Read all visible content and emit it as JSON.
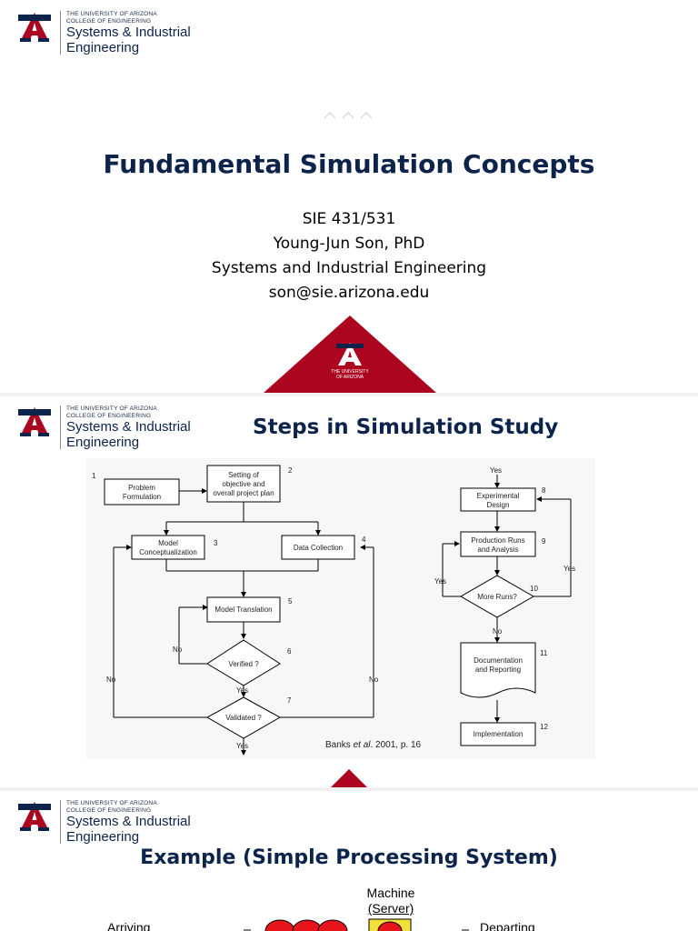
{
  "logo": {
    "university": "THE UNIVERSITY OF ARIZONA",
    "college": "COLLEGE OF ENGINEERING",
    "dept_line1": "Systems & Industrial",
    "dept_line2": "Engineering",
    "badge_line1": "THE UNIVERSITY",
    "badge_line2": "OF ARIZONA"
  },
  "slide1": {
    "title": "Fundamental Simulation Concepts",
    "course": "SIE 431/531",
    "author": "Young-Jun Son, PhD",
    "department": "Systems and Industrial Engineering",
    "email": "son@sie.arizona.edu"
  },
  "slide2": {
    "title": "Steps in Simulation Study",
    "flowchart": {
      "nodes": [
        {
          "num": "1",
          "lines": [
            "Problem",
            "Formulation"
          ]
        },
        {
          "num": "2",
          "lines": [
            "Setting of",
            "objective and",
            "overall project plan"
          ]
        },
        {
          "num": "3",
          "lines": [
            "Model",
            "Conceptualization"
          ]
        },
        {
          "num": "4",
          "lines": [
            "Data Collection"
          ]
        },
        {
          "num": "5",
          "lines": [
            "Model Translation"
          ]
        },
        {
          "num": "6",
          "lines": [
            "Verified ?"
          ]
        },
        {
          "num": "7",
          "lines": [
            "Validated ?"
          ]
        },
        {
          "num": "8",
          "lines": [
            "Experimental",
            "Design"
          ]
        },
        {
          "num": "9",
          "lines": [
            "Production Runs",
            "and Analysis"
          ]
        },
        {
          "num": "10",
          "lines": [
            "More Runs?"
          ]
        },
        {
          "num": "11",
          "lines": [
            "Documentation",
            "and Reporting"
          ]
        },
        {
          "num": "12",
          "lines": [
            "Implementation"
          ]
        }
      ],
      "labels": {
        "yes": "Yes",
        "no": "No"
      },
      "citation_pre": "Banks ",
      "citation_em": "et al",
      "citation_post": ". 2001, p. 16"
    }
  },
  "slide3": {
    "title": "Example (Simple Processing System)",
    "machine_line1": "Machine",
    "machine_line2": "(Server)",
    "arriving": "Arriving",
    "departing": "Departing"
  },
  "colors": {
    "navy": "#0c234b",
    "arizona_red": "#ab0520",
    "queue_red": "#e8141b",
    "server_yellow": "#f4e03a"
  }
}
